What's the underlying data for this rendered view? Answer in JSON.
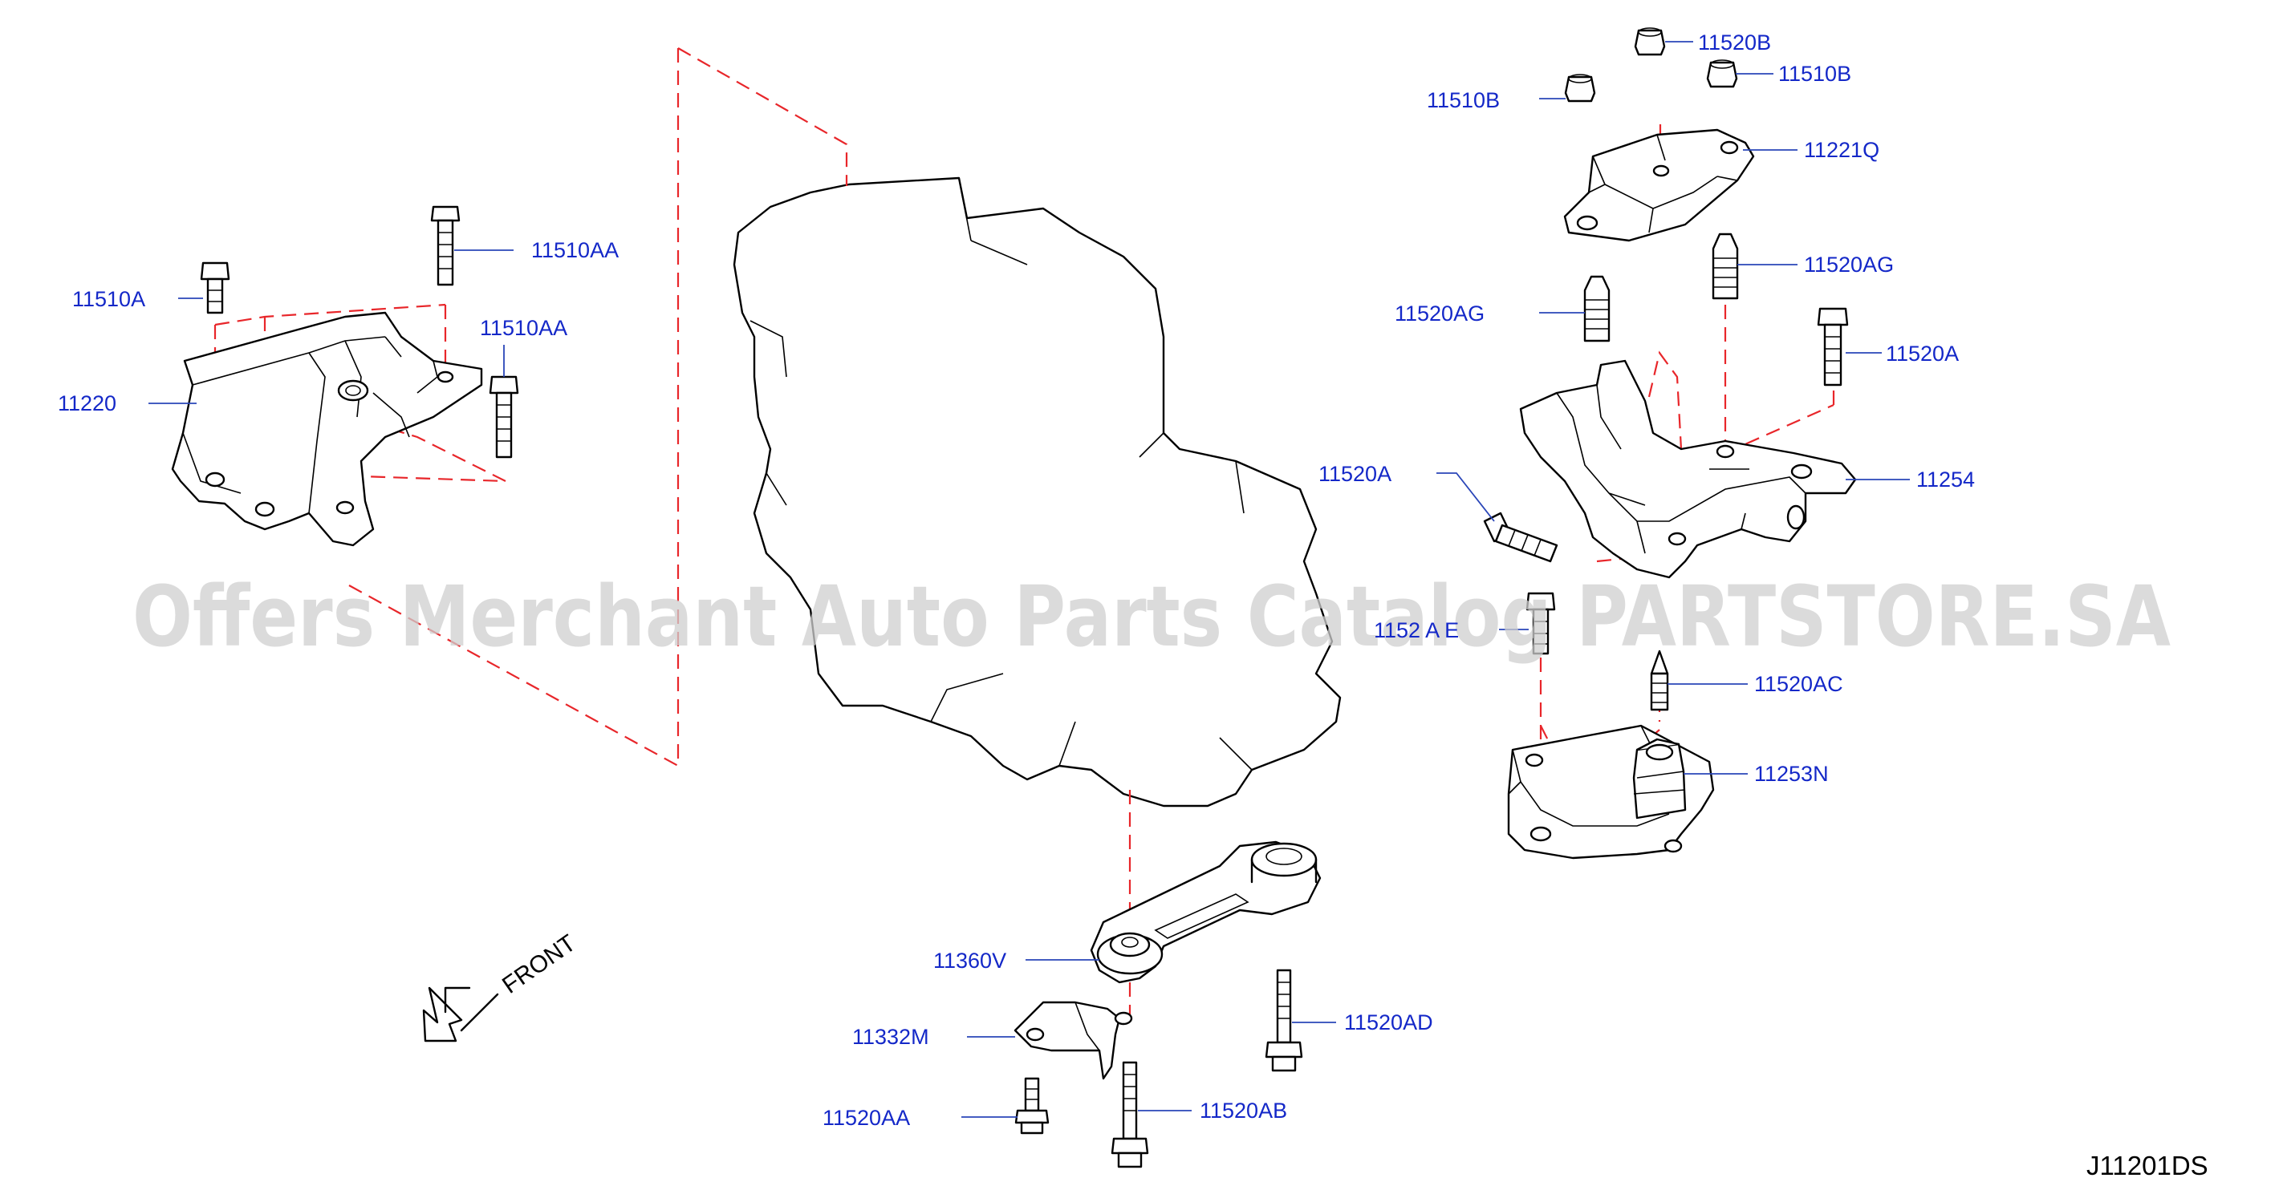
{
  "watermark": "Offers Merchant Auto Parts Catalog PARTSTORE.SA",
  "diagram_ref": "J11201DS",
  "direction_label": "FRONT",
  "labels": {
    "l_11520b": "11520B",
    "l_11510b_right": "11510B",
    "l_11510b_left": "11510B",
    "l_11221q": "11221Q",
    "l_11520ag_right": "11520AG",
    "l_11520ag_left": "11520AG",
    "l_11520a_top": "11520A",
    "l_11254": "11254",
    "l_11520a_left": "11520A",
    "l_1152_partial": "1152 A E",
    "l_11520ac": "11520AC",
    "l_11253n": "11253N",
    "l_11510aa_top": "11510AA",
    "l_11510a": "11510A",
    "l_11510aa_mid": "11510AA",
    "l_11220": "11220",
    "l_11360v": "11360V",
    "l_11520ad": "11520AD",
    "l_11332m": "11332M",
    "l_11520aa": "11520AA",
    "l_11520ab": "11520AB"
  }
}
